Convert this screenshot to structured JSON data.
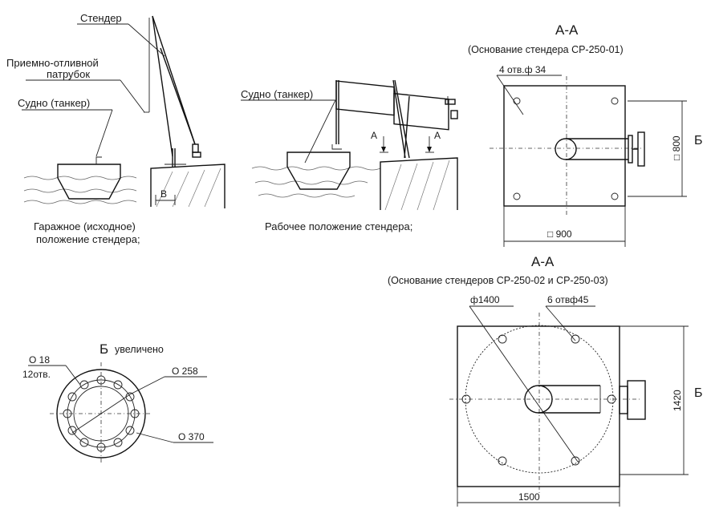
{
  "scene_garage": {
    "label_stender": "Стендер",
    "label_patrubok_1": "Приемно-отливной",
    "label_patrubok_2": "патрубок",
    "label_ship": "Судно (танкер)",
    "dim_b": "В",
    "caption_1": "Гаражное (исходное)",
    "caption_2": "положение стендера;"
  },
  "scene_working": {
    "label_ship": "Судно (танкер)",
    "section_mark_left": "А",
    "section_mark_right": "А",
    "caption": "Рабочее положение стендера;"
  },
  "base_01": {
    "title": "А-А",
    "subtitle": "(Основание стендера СР-250-01)",
    "holes_label": "4 отв.ф 34",
    "dim_side": "□ 800",
    "dim_bottom": "□ 900",
    "view_mark": "Б"
  },
  "base_02": {
    "title": "А-А",
    "subtitle": "(Основание стендеров СР-250-02 и СР-250-03)",
    "circle_label": "ф1400",
    "holes_label": "6 отвф45",
    "dim_side": "1420",
    "dim_bottom": "1500",
    "view_mark": "Б"
  },
  "flange_detail": {
    "title_letter": "Б",
    "title_word": "увеличено",
    "holes_dim": "О 18",
    "holes_count": "12отв.",
    "inner_dim": "О 258",
    "outer_dim": "О 370"
  }
}
